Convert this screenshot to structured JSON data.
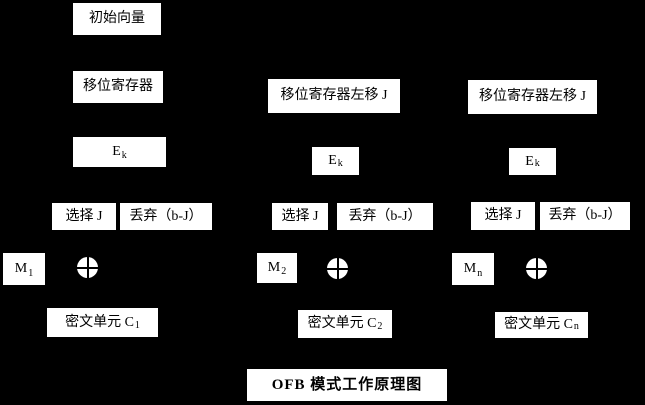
{
  "colors": {
    "background": "#000000",
    "box_background": "#ffffff",
    "box_text": "#000000"
  },
  "title": "OFB 模式工作原理图",
  "columns": {
    "col1": {
      "initial_vector": "初始向量",
      "shift_register": "移位寄存器",
      "encrypt_base": "E",
      "encrypt_sub": "k",
      "select": "选择 J",
      "discard": "丢弃（b-J）",
      "message_base": "M",
      "message_sub": "1",
      "xor_icon": "xor-circle",
      "ciphertext_base": "密文单元 C",
      "ciphertext_sub": "1"
    },
    "col2": {
      "shift_register": "移位寄存器左移 J",
      "encrypt_base": "E",
      "encrypt_sub": "k",
      "select": "选择 J",
      "discard": "丢弃（b-J）",
      "message_base": "M",
      "message_sub": "2",
      "xor_icon": "xor-circle",
      "ciphertext_base": "密文单元 C",
      "ciphertext_sub": "2"
    },
    "col3": {
      "shift_register": "移位寄存器左移 J",
      "encrypt_base": "E",
      "encrypt_sub": "k",
      "select": "选择 J",
      "discard": "丢弃（b-J）",
      "message_base": "M",
      "message_sub": "n",
      "xor_icon": "xor-circle",
      "ciphertext_base": "密文单元 C",
      "ciphertext_sub": "n"
    }
  }
}
